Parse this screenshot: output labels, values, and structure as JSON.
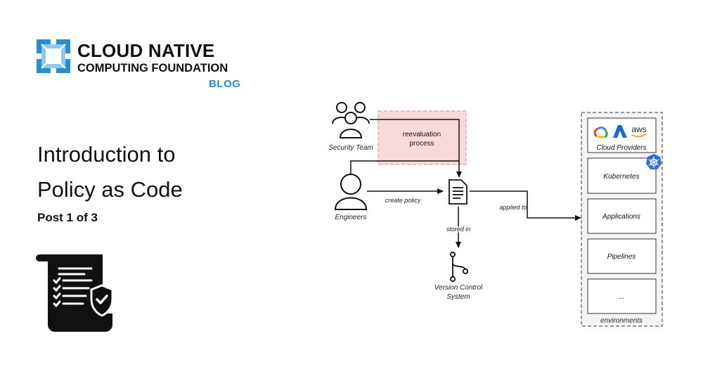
{
  "brand": {
    "line1": "CLOUD NATIVE",
    "line2": "COMPUTING FOUNDATION",
    "blog": "BLOG",
    "colors": {
      "mark": "#2a8bd6",
      "blog": "#2a8bd6"
    }
  },
  "title": {
    "line1": "Introduction to",
    "line2": "Policy as Code"
  },
  "subtitle": "Post 1 of 3",
  "icons": {
    "left": "policy-scroll-checklist-shield-icon",
    "logo": "cncf-logo-icon"
  },
  "diagram": {
    "security_team": "Security Team",
    "engineers": "Engineers",
    "reevaluation": [
      "reevaluation",
      "process"
    ],
    "create_policy": "create policy",
    "stored_in": "stored in",
    "applied_to": "applied to",
    "vcs": [
      "Version Control",
      "System"
    ],
    "environments": {
      "label": "environments",
      "items": [
        "Cloud Providers",
        "Kubernetes",
        "Applications",
        "Pipelines",
        "..."
      ],
      "aws": "aws"
    },
    "colors": {
      "reeval_fill": "#f9d9d9",
      "reeval_border": "#e79a9a",
      "k8s": "#326ce5"
    }
  }
}
